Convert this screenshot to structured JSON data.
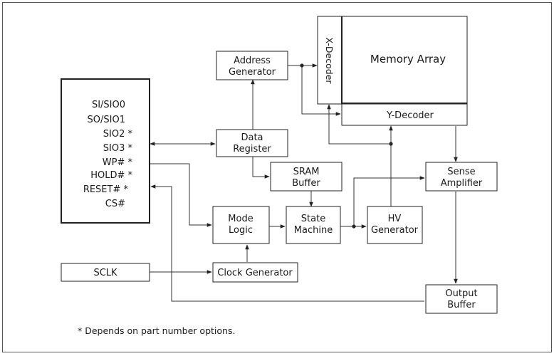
{
  "blocks": {
    "address_generator": [
      "Address",
      "Generator"
    ],
    "x_decoder": "X-Decoder",
    "memory_array": "Memory Array",
    "y_decoder": "Y-Decoder",
    "pins": [
      "SI/SIO0",
      "SO/SIO1",
      "SIO2 *",
      "SIO3 *",
      "WP# *",
      "HOLD# *",
      "RESET# *",
      "CS#"
    ],
    "data_register": [
      "Data",
      "Register"
    ],
    "sram_buffer": [
      "SRAM",
      "Buffer"
    ],
    "sense_amplifier": [
      "Sense",
      "Amplifier"
    ],
    "mode_logic": [
      "Mode",
      "Logic"
    ],
    "state_machine": [
      "State",
      "Machine"
    ],
    "hv_generator": [
      "HV",
      "Generator"
    ],
    "sclk": "SCLK",
    "clock_generator": "Clock Generator",
    "output_buffer": [
      "Output",
      "Buffer"
    ]
  },
  "footnote": "* Depends on part number options."
}
